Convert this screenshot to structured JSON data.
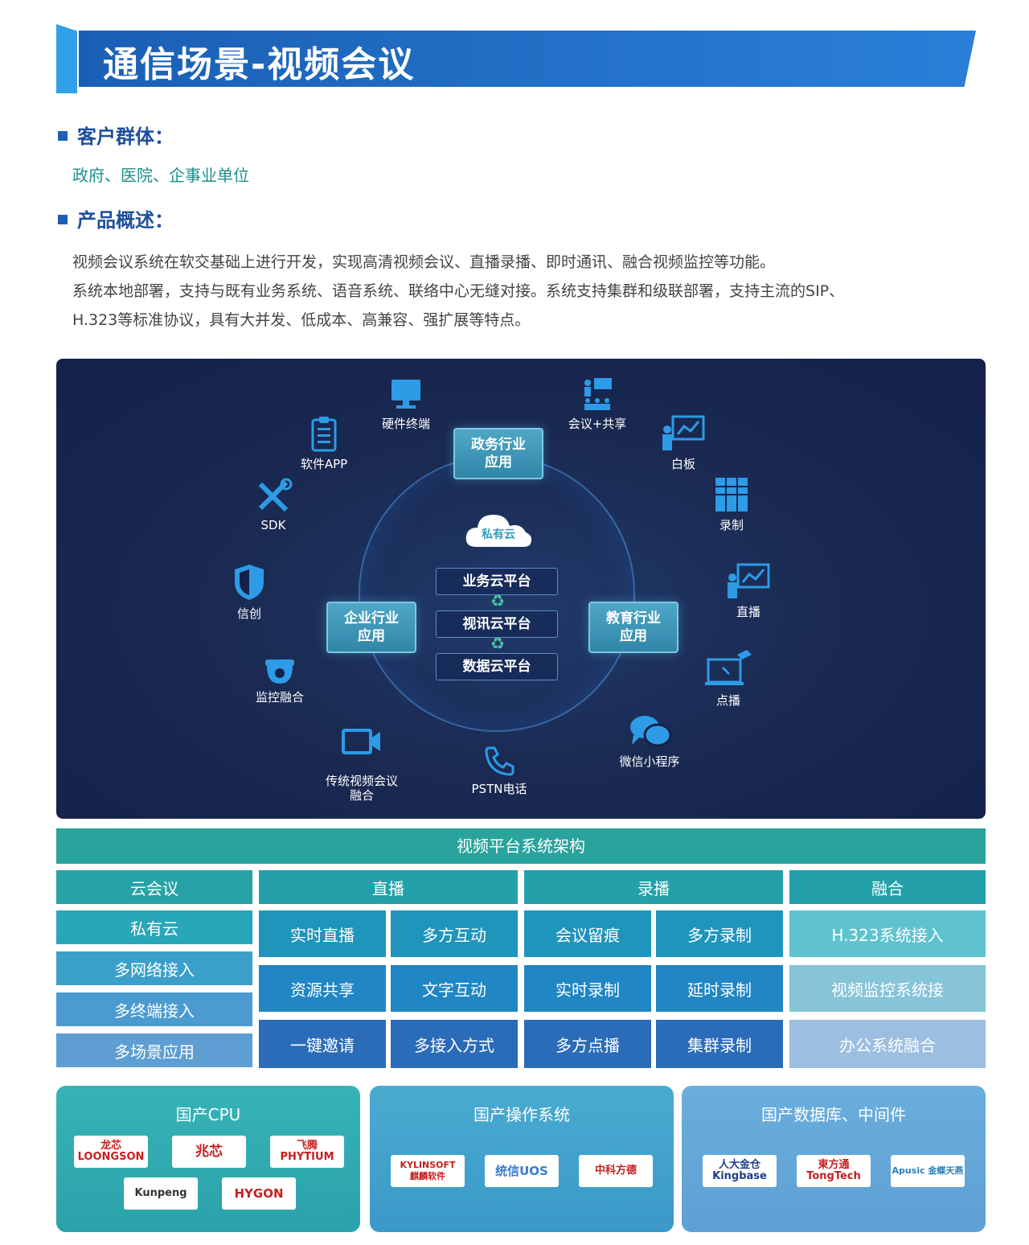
{
  "header": {
    "title": "通信场景-视频会议"
  },
  "customers": {
    "heading": "客户群体：",
    "text": "政府、医院、企事业单位"
  },
  "overview": {
    "heading": "产品概述：",
    "line1": "视频会议系统在软交基础上进行开发，实现高清视频会议、直播录播、即时通讯、融合视频监控等功能。",
    "line2": "系统本地部署，支持与既有业务系统、语音系统、联络中心无缝对接。系统支持集群和级联部署，支持主流的SIP、",
    "line3": "H.323等标准协议，具有大并发、低成本、高兼容、强扩展等特点。"
  },
  "diagram": {
    "apps": {
      "gov": "政务行业\n应用",
      "ent": "企业行业\n应用",
      "edu": "教育行业\n应用"
    },
    "cloud": "私有云",
    "platforms": [
      "业务云平台",
      "视讯云平台",
      "数据云平台"
    ],
    "nodes": {
      "hardware": "硬件终端",
      "meeting_share": "会议+共享",
      "software": "软件APP",
      "whiteboard": "白板",
      "sdk": "SDK",
      "record": "录制",
      "xinchuang": "信创",
      "live": "直播",
      "monitor": "监控融合",
      "vod": "点播",
      "legacy": "传统视频会议\n融合",
      "wechat": "微信小程序",
      "pstn": "PSTN电话"
    }
  },
  "arch": {
    "title": "视频平台系统架构",
    "left": [
      "云会议",
      "私有云",
      "多网络接入",
      "多终端接入",
      "多场景应用"
    ],
    "live": {
      "head": "直播",
      "cells": [
        "实时直播",
        "多方互动",
        "资源共享",
        "文字互动",
        "一键邀请",
        "多接入方式"
      ]
    },
    "rec": {
      "head": "录播",
      "cells": [
        "会议留痕",
        "多方录制",
        "实时录制",
        "延时录制",
        "多方点播",
        "集群录制"
      ]
    },
    "fusion": {
      "head": "融合",
      "cells": [
        "H.323系统接入",
        "视频监控系统接",
        "办公系统融合"
      ]
    }
  },
  "cards": {
    "cpu": {
      "title": "国产CPU",
      "logos": [
        "龙芯\nLOONGSON",
        "兆芯",
        "飞腾\nPHYTIUM",
        "Kunpeng",
        "HYGON"
      ]
    },
    "os": {
      "title": "国产操作系统",
      "logos": [
        "KYLINSOFT\n麒麟软件",
        "统信UOS",
        "中科方德"
      ]
    },
    "db": {
      "title": "国产数据库、中间件",
      "logos": [
        "人大金仓\nKingbase",
        "東方通\nTongTech",
        "Apusic 金蝶天燕"
      ]
    }
  },
  "colors": {
    "banner": "#1a5fb4",
    "teal": "#2aa39d",
    "blue": "#2e74b5",
    "panel": "#1a2a52"
  }
}
